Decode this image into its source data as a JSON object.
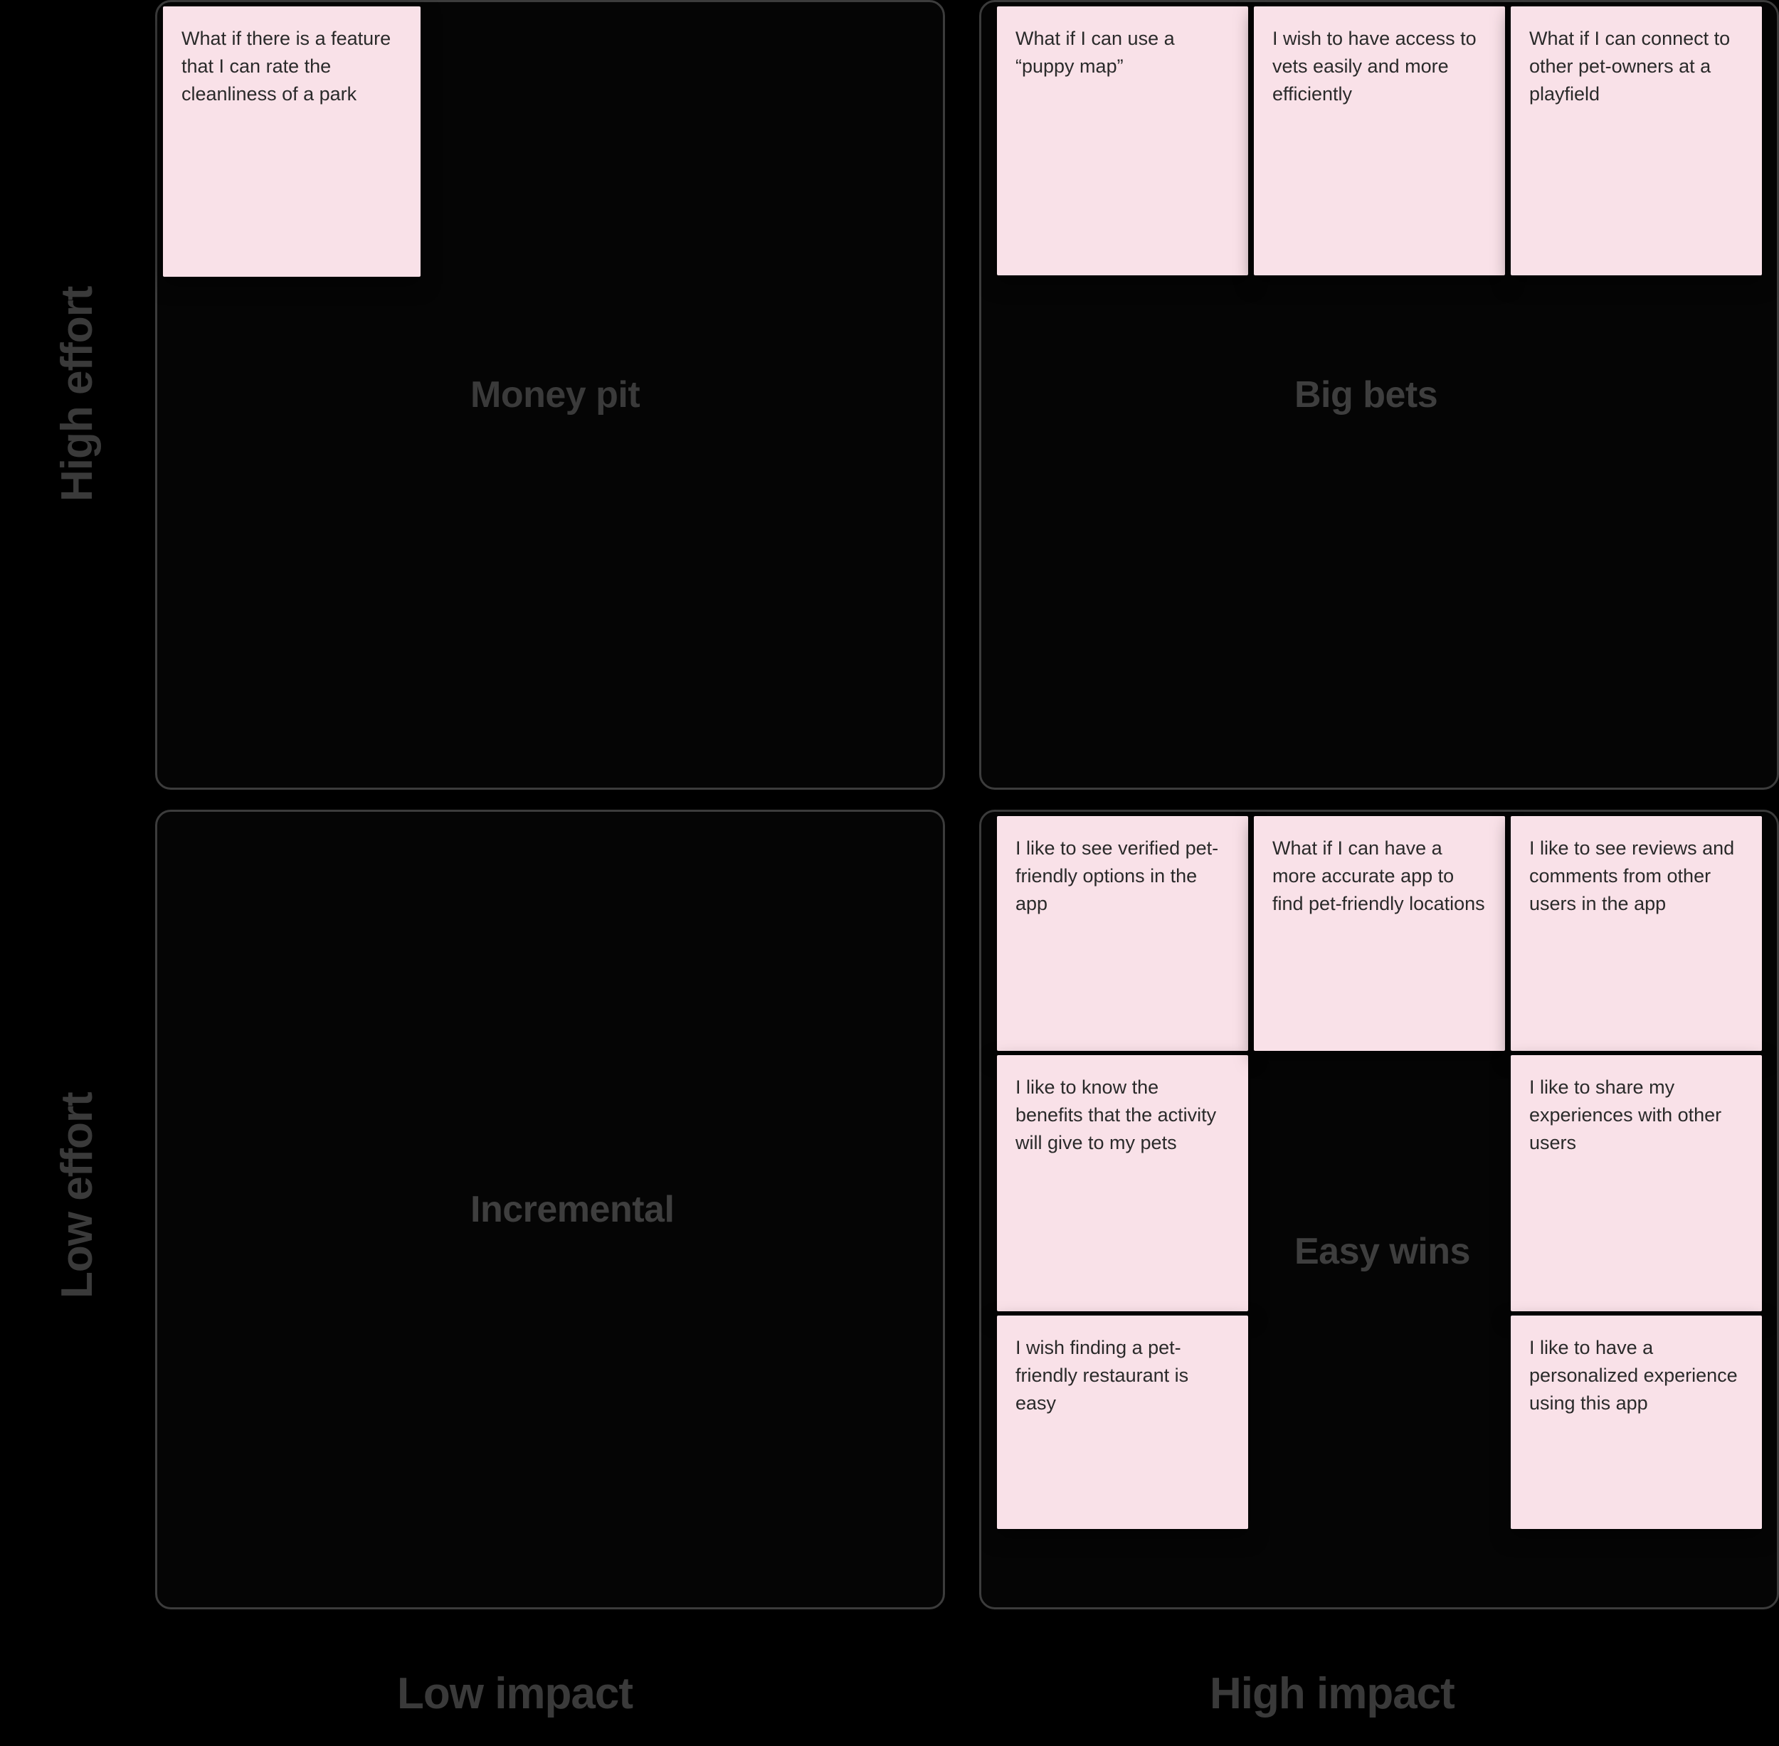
{
  "axes": {
    "y_high": "High effort",
    "y_low": "Low effort",
    "x_low": "Low impact",
    "x_high": "High impact"
  },
  "quadrants": {
    "money_pit": {
      "label": "Money pit",
      "notes": [
        "What if there is a feature that I can rate the cleanliness of a park"
      ]
    },
    "big_bets": {
      "label": "Big bets",
      "notes": [
        "What if I can use a “puppy map”",
        "I wish to have access to vets easily and more efficiently",
        "What if I can connect to other pet-owners at a playfield"
      ]
    },
    "incremental": {
      "label": "Incremental",
      "notes": []
    },
    "easy_wins": {
      "label": "Easy wins",
      "columns": [
        {
          "notes": [
            "I like to see verified pet-friendly options in the app",
            "I like to know the benefits that the activity will give to my pets",
            "I wish finding a pet-friendly restaurant is easy"
          ]
        },
        {
          "notes": [
            "What if I can have a more accurate app to find pet-friendly locations"
          ]
        },
        {
          "notes": [
            "I like to see reviews and comments from other users in the app",
            "I like to share my experiences with other users",
            "I like to have a personalized experience using this app"
          ]
        }
      ]
    }
  },
  "colors": {
    "note_background": "#F9E1E8",
    "board_background": "#000000",
    "quadrant_border": "#3C3C3C",
    "label_text": "#3A3A3A"
  }
}
